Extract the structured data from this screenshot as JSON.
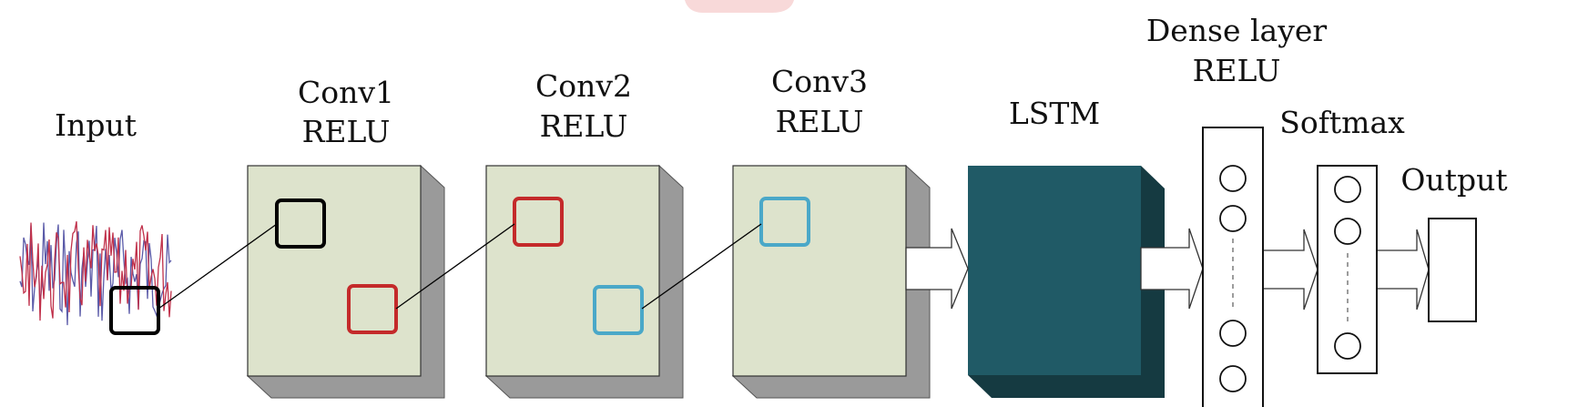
{
  "labels": {
    "input": "Input",
    "conv1": [
      "Conv1",
      "RELU"
    ],
    "conv2": [
      "Conv2",
      "RELU"
    ],
    "conv3": [
      "Conv3",
      "RELU"
    ],
    "lstm": "LSTM",
    "dense": [
      "Dense layer",
      "RELU"
    ],
    "softmax": "Softmax",
    "output": "Output"
  },
  "colors": {
    "conv_front": "#dde3cc",
    "conv_shadow": "#9a9a9a",
    "lstm_front": "#205a66",
    "lstm_shadow": "#153a41",
    "kernel_input": "#000000",
    "kernel_red": "#c42a2a",
    "kernel_blue": "#4aa8c8",
    "signal_red": "#c0304a",
    "signal_blue": "#5a5aa8"
  }
}
